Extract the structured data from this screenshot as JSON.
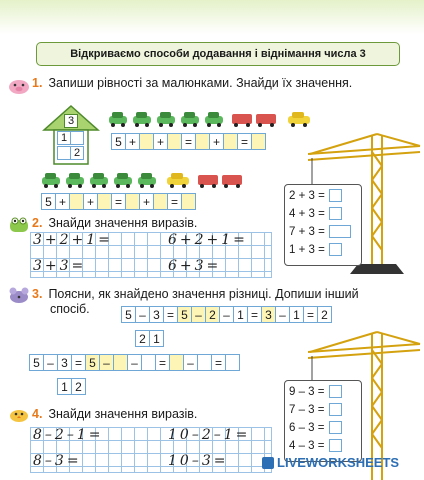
{
  "header": {
    "title": "Відкриваємо способи додавання і віднімання числа 3"
  },
  "task1": {
    "number": "1.",
    "text": "Запиши рівності за малюнками. Знайди їх значення.",
    "house": {
      "top": "3",
      "mid": "1",
      "bottom": "2"
    },
    "row1": [
      "5",
      "+",
      "",
      "+",
      "",
      "=",
      "",
      "+",
      "",
      "=",
      ""
    ],
    "row2": [
      "5",
      "+",
      "",
      "+",
      "",
      "=",
      "",
      "+",
      "",
      "=",
      ""
    ],
    "crane_exprs": [
      "2 + 3 =",
      "4 + 3 =",
      "7 + 3 =",
      "1 + 3 ="
    ]
  },
  "task2": {
    "number": "2.",
    "text": "Знайди значення виразів.",
    "exprs": [
      "3+2+1=",
      "6+2+1=",
      "3+3=",
      "6+3="
    ]
  },
  "task3": {
    "number": "3.",
    "text_line1": "Поясни, як знайдено значення різниці. Допиши інший",
    "text_line2": "спосіб.",
    "row1": [
      "5",
      "–",
      "3",
      "=",
      "5",
      "–",
      "2",
      "–",
      "1",
      "=",
      "3",
      "–",
      "1",
      "=",
      "2"
    ],
    "split1": [
      "2",
      "1"
    ],
    "row2": [
      "5",
      "–",
      "3",
      "=",
      "5",
      "–",
      "",
      "–",
      "",
      "=",
      "",
      "–",
      "",
      "=",
      ""
    ],
    "split2": [
      "1",
      "2"
    ],
    "crane_exprs": [
      "9 – 3 =",
      "7 – 3 =",
      "6 – 3 =",
      "4 – 3 ="
    ]
  },
  "task4": {
    "number": "4.",
    "text": "Знайди значення виразів.",
    "exprs": [
      "8–2–1=",
      "10–2–1=",
      "8–3=",
      "10–3="
    ]
  },
  "footer": {
    "logo": "LIVEWORKSHEETS"
  },
  "colors": {
    "accent": "#e8791b",
    "title_border": "#6c9a3a",
    "cell_border": "#6fa8d6",
    "highlight": "#fdf5b5",
    "crane": "#e3b51c",
    "logo": "#2d6fb4"
  }
}
